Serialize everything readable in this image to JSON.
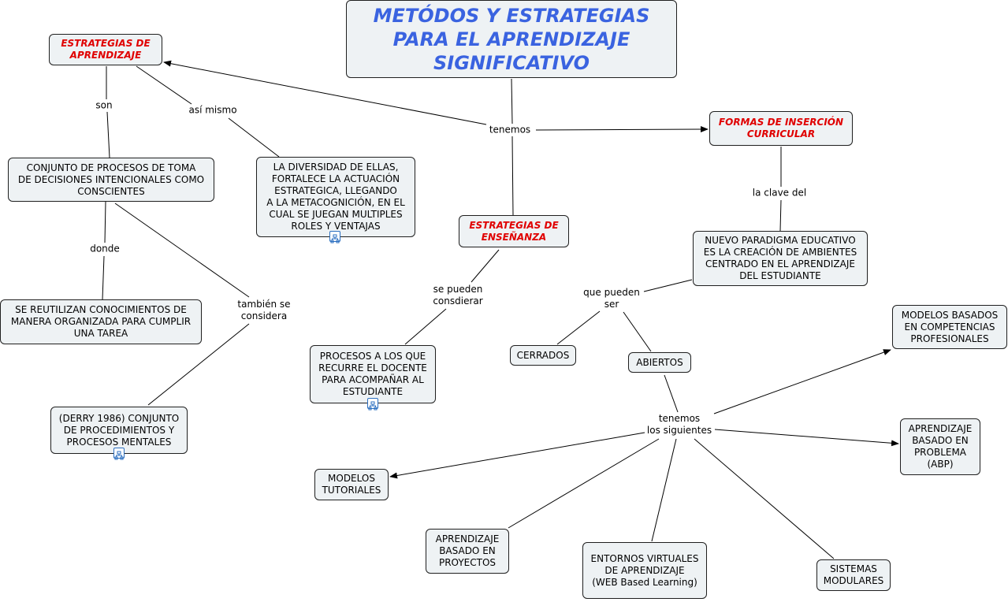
{
  "title": "METÓDOS Y ESTRATEGIAS\nPARA EL APRENDIZAJE\nSIGNIFICATIVO",
  "nodes": {
    "estrategias_aprendizaje": "ESTRATEGIAS  DE\nAPRENDIZAJE",
    "formas_insercion": "FORMAS DE INSERCIÓN\nCURRICULAR",
    "estrategias_ensenanza": "ESTRATEGIAS DE\nENSEÑANZA",
    "conjunto_procesos": "CONJUNTO DE PROCESOS DE TOMA\nDE DECISIONES INTENCIONALES COMO\nCONSCIENTES",
    "diversidad": "LA DIVERSIDAD DE ELLAS,\nFORTALECE LA ACTUACIÓN\nESTRATEGICA, LLEGANDO\nA LA METACOGNICIÓN, EN EL\nCUAL SE JUEGAN MULTIPLES\nROLES  Y VENTAJAS",
    "reutilizan": "SE REUTILIZAN CONOCIMIENTOS DE\nMANERA ORGANIZADA PARA CUMPLIR\nUNA TAREA",
    "derry": "(DERRY 1986) CONJUNTO\nDE PROCEDIMIENTOS Y\nPROCESOS MENTALES",
    "procesos_docente": "PROCESOS A LOS QUE\nRECURRE EL DOCENTE\nPARA ACOMPAÑAR AL\nESTUDIANTE",
    "nuevo_paradigma": "NUEVO PARADIGMA EDUCATIVO\nES LA CREACIÓN DE AMBIENTES\nCENTRADO EN EL APRENDIZAJE\nDEL ESTUDIANTE",
    "cerrados": "CERRADOS",
    "abiertos": "ABIERTOS",
    "modelos_competencias": "MODELOS BASADOS\nEN COMPETENCIAS\nPROFESIONALES",
    "abp": "APRENDIZAJE\nBASADO EN\nPROBLEMA\n(ABP)",
    "modelos_tutoriales": "MODELOS\nTUTORIALES",
    "aprendizaje_proyectos": "APRENDIZAJE\nBASADO EN\nPROYECTOS",
    "entornos_virtuales": "ENTORNOS VIRTUALES\nDE APRENDIZAJE\n(WEB Based Learning)",
    "sistemas_modulares": "SISTEMAS\nMODULARES"
  },
  "links": {
    "tenemos": "tenemos",
    "son": "son",
    "asi_mismo": "así mismo",
    "la_clave_del": "la clave del",
    "donde": "donde",
    "tambien_se_considera": "también se\nconsidera",
    "se_pueden_considerar": "se pueden\nconsdierar",
    "que_pueden_ser": "que pueden\nser",
    "tenemos_los_siguientes": "tenemos\nlos siguientes"
  },
  "colors": {
    "title": "#3a63e0",
    "highlight": "#e00000",
    "node_fill": "#eef2f4",
    "badge": "#2b6fc0"
  }
}
